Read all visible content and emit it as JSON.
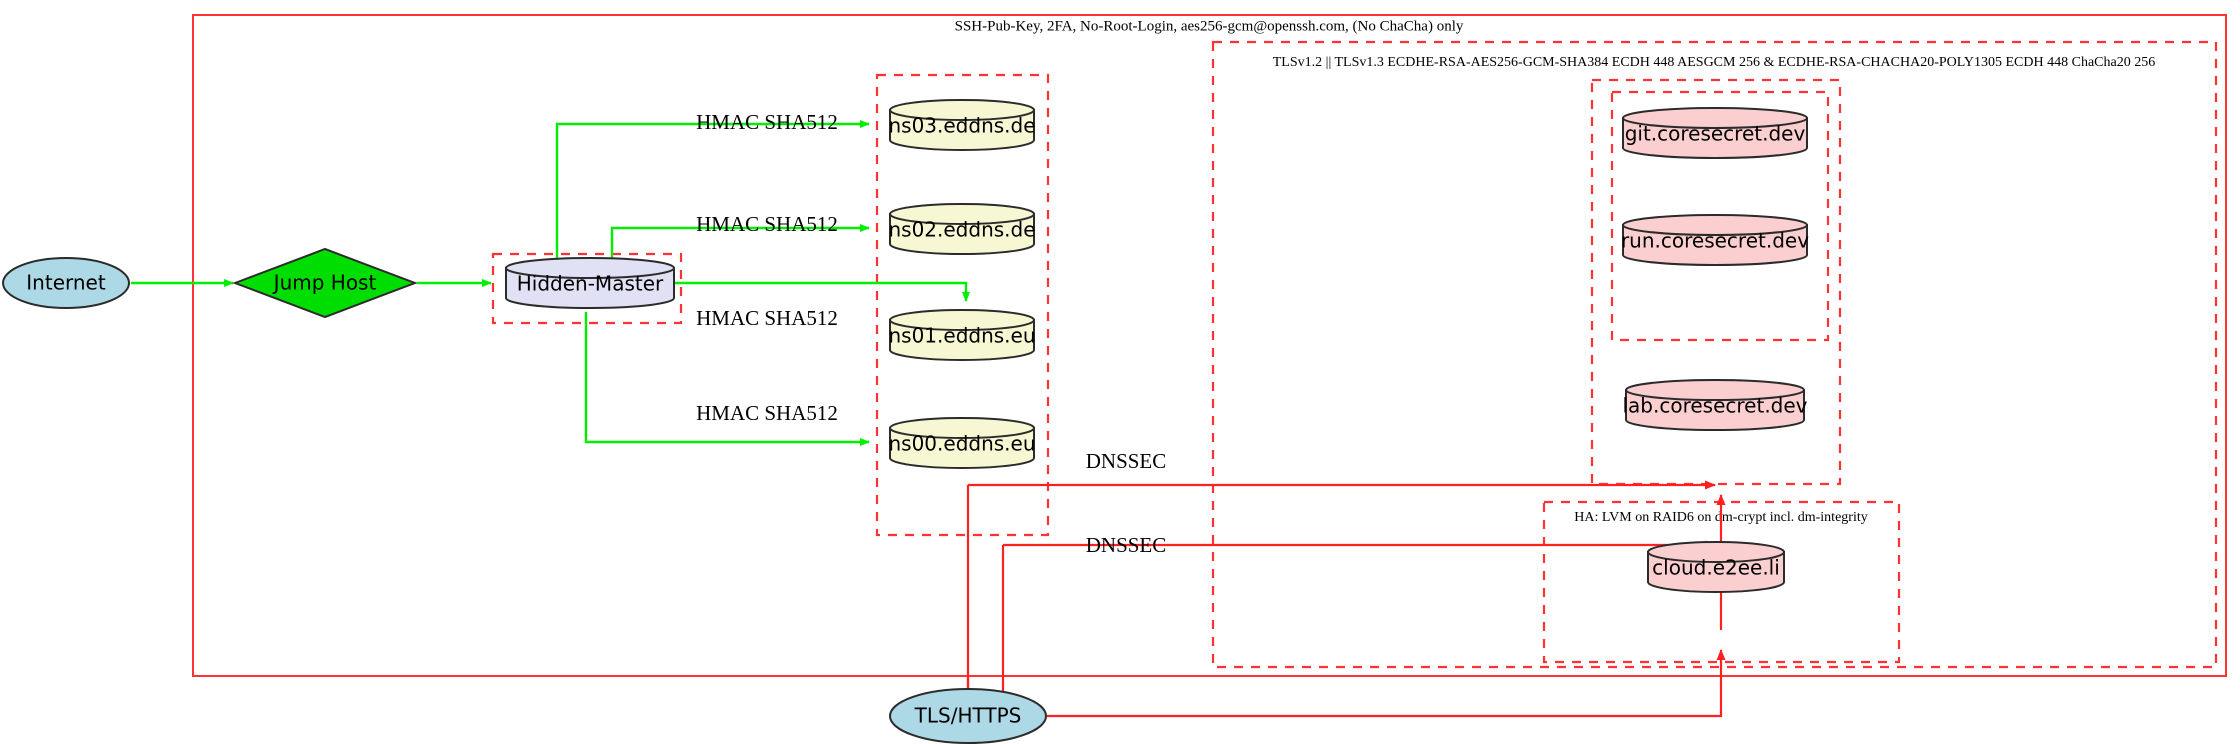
{
  "diagram": {
    "title_annotation": "SSH-Pub-Key, 2FA, No-Root-Login, aes256-gcm@openssh.com, (No ChaCha) only",
    "clusters": [
      {
        "id": "ssh-zone",
        "label": "SSH-Pub-Key, 2FA, No-Root-Login, aes256-gcm@openssh.com, (No ChaCha) only",
        "style": "solid-red"
      },
      {
        "id": "tls-zone",
        "label": "TLSv1.2 || TLSv1.3 ECDHE-RSA-AES256-GCM-SHA384 ECDH 448 AESGCM 256 & ECDHE-RSA-CHACHA20-POLY1305 ECDH 448 ChaCha20 256",
        "style": "dashed-red"
      },
      {
        "id": "ha-zone",
        "label": "HA: LVM on RAID6 on dm-crypt incl. dm-integrity",
        "style": "dashed-red"
      },
      {
        "id": "hidden-master-zone",
        "label": "",
        "style": "dashed-red"
      },
      {
        "id": "nameserver-zone",
        "label": "",
        "style": "dashed-red"
      },
      {
        "id": "coresecret-outer-zone",
        "label": "",
        "style": "dashed-red"
      },
      {
        "id": "coresecret-inner-zone",
        "label": "",
        "style": "dashed-red"
      }
    ],
    "nodes": [
      {
        "id": "internet",
        "label": "Internet",
        "shape": "ellipse",
        "fill": "#add8e6"
      },
      {
        "id": "jump-host",
        "label": "Jump Host",
        "shape": "diamond",
        "fill": "#00dd00"
      },
      {
        "id": "hidden-master",
        "label": "Hidden-Master",
        "shape": "cylinder",
        "fill": "#e1e1f5"
      },
      {
        "id": "ns03",
        "label": "ns03.eddns.de",
        "shape": "cylinder",
        "fill": "#f7f7d4"
      },
      {
        "id": "ns02",
        "label": "ns02.eddns.de",
        "shape": "cylinder",
        "fill": "#f7f7d4"
      },
      {
        "id": "ns01",
        "label": "ns01.eddns.eu",
        "shape": "cylinder",
        "fill": "#f7f7d4"
      },
      {
        "id": "ns00",
        "label": "ns00.eddns.eu",
        "shape": "cylinder",
        "fill": "#f7f7d4"
      },
      {
        "id": "git",
        "label": "git.coresecret.dev",
        "shape": "cylinder",
        "fill": "#fbcfcf"
      },
      {
        "id": "run",
        "label": "run.coresecret.dev",
        "shape": "cylinder",
        "fill": "#fbcfcf"
      },
      {
        "id": "lab",
        "label": "lab.coresecret.dev",
        "shape": "cylinder",
        "fill": "#fbcfcf"
      },
      {
        "id": "cloud",
        "label": "cloud.e2ee.li",
        "shape": "cylinder",
        "fill": "#fbcfcf"
      },
      {
        "id": "tls-https",
        "label": "TLS/HTTPS",
        "shape": "ellipse",
        "fill": "#add8e6"
      }
    ],
    "edges": [
      {
        "from": "internet",
        "to": "jump-host",
        "label": "",
        "color": "#00ee00"
      },
      {
        "from": "jump-host",
        "to": "hidden-master",
        "label": "",
        "color": "#00ee00"
      },
      {
        "from": "hidden-master",
        "to": "ns03",
        "label": "HMAC SHA512",
        "color": "#00ee00"
      },
      {
        "from": "hidden-master",
        "to": "ns02",
        "label": "HMAC SHA512",
        "color": "#00ee00"
      },
      {
        "from": "hidden-master",
        "to": "ns01",
        "label": "HMAC SHA512",
        "color": "#00ee00"
      },
      {
        "from": "hidden-master",
        "to": "ns00",
        "label": "HMAC SHA512",
        "color": "#00ee00"
      },
      {
        "from": "nameservers",
        "to": "coresecret",
        "label": "DNSSEC",
        "color": "#ff2020"
      },
      {
        "from": "nameservers",
        "to": "cloud",
        "label": "DNSSEC",
        "color": "#ff2020"
      },
      {
        "from": "tls-https",
        "to": "coresecret",
        "label": "",
        "color": "#ff2020"
      },
      {
        "from": "tls-https",
        "to": "cloud",
        "label": "",
        "color": "#ff2020"
      }
    ],
    "edge_labels": {
      "hmac": "HMAC SHA512",
      "dnssec": "DNSSEC"
    },
    "colors": {
      "boundary_red": "#ff3333",
      "edge_green": "#00ee00",
      "edge_red": "#ff2020",
      "node_blue": "#add8e6",
      "node_green": "#00dd00",
      "node_lavender": "#e1e1f5",
      "node_yellow": "#f7f7d4",
      "node_pink": "#fbcfcf"
    }
  }
}
